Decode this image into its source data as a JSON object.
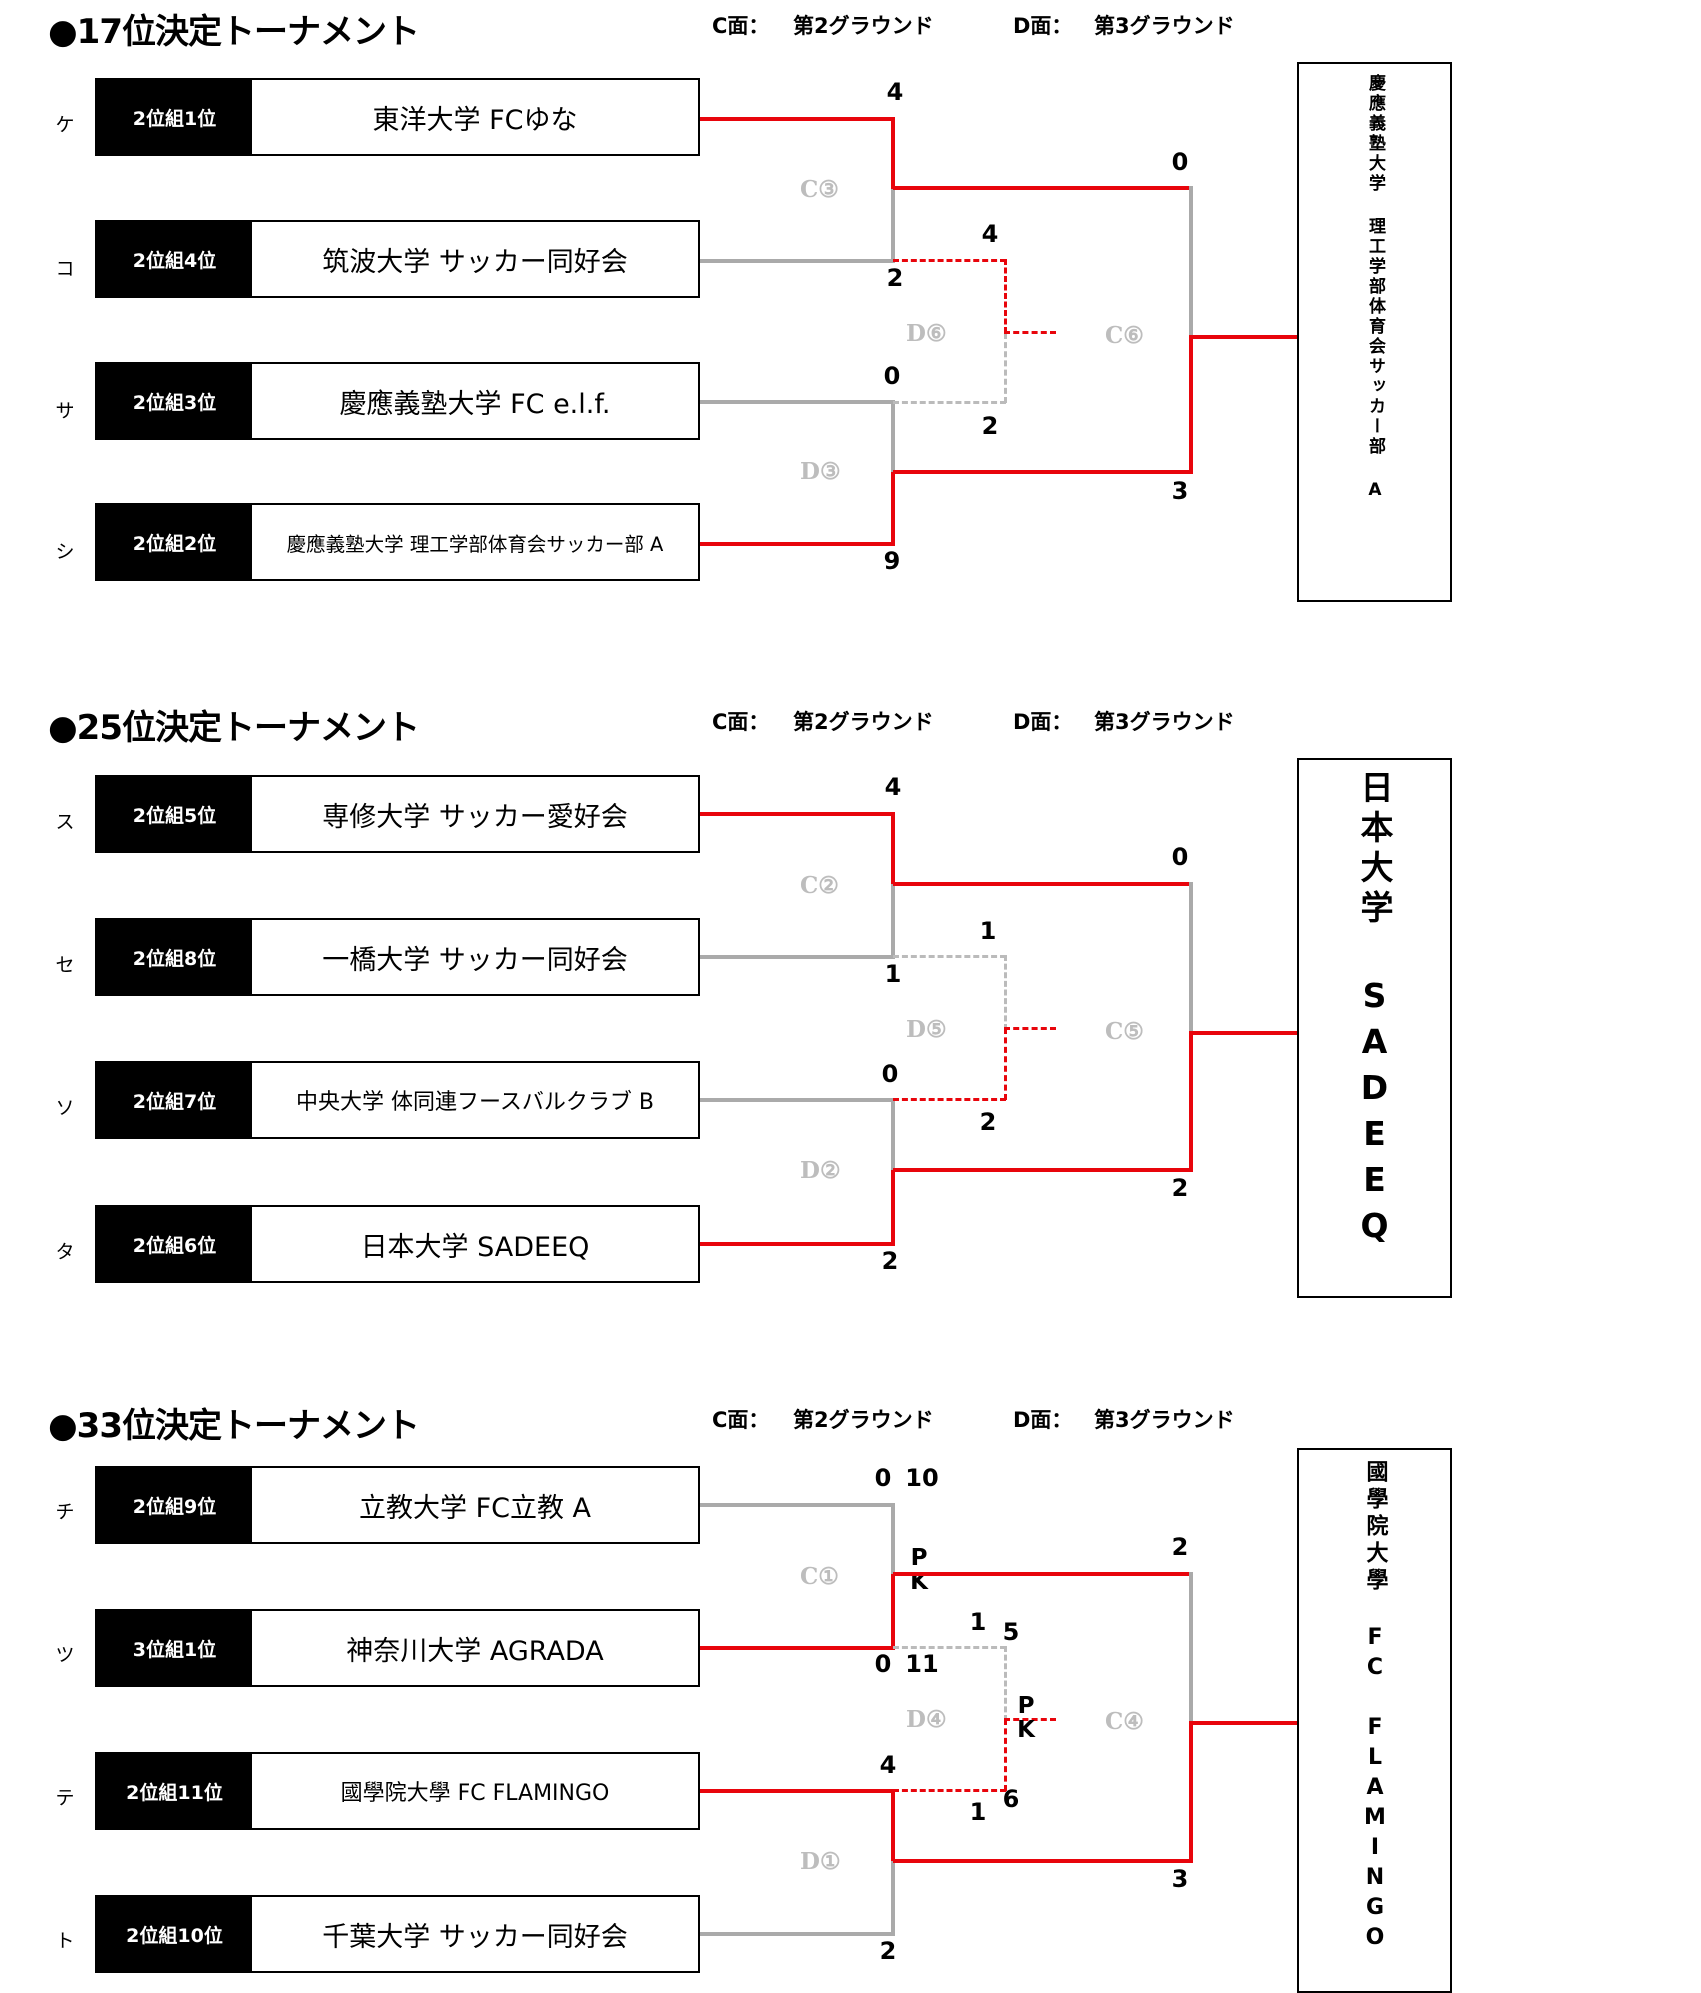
{
  "page": {
    "title_bullet": "●"
  },
  "brackets": [
    {
      "id": "t17",
      "title": "●17位決定トーナメント",
      "venue_c_label": "C面：",
      "venue_c_value": "第2グラウンド",
      "venue_d_label": "D面：",
      "venue_d_value": "第3グラウンド",
      "teams": [
        {
          "seed": "ケ",
          "rank": "2位組1位",
          "name": "東洋大学 FCゆな"
        },
        {
          "seed": "コ",
          "rank": "2位組4位",
          "name": "筑波大学 サッカー同好会"
        },
        {
          "seed": "サ",
          "rank": "2位組3位",
          "name": "慶應義塾大学 FC e.l.f."
        },
        {
          "seed": "シ",
          "rank": "2位組2位",
          "name": "慶應義塾大学 理工学部体育会サッカー部 A"
        }
      ],
      "matches": {
        "upper_semi_code": "C③",
        "upper_semi_top_score": "4",
        "upper_semi_bottom_score": "2",
        "lower_semi_code": "D③",
        "lower_semi_top_score": "0",
        "lower_semi_bottom_score": "9",
        "third_place_code": "D⑥",
        "third_place_top_score": "4",
        "third_place_bottom_score": "2",
        "final_code": "C⑥",
        "final_top_score": "0",
        "final_bottom_score": "3"
      },
      "champion_lines": "慶應義塾大学 理工学部体育会サッカー部 A",
      "champion_style": "champ-sm"
    },
    {
      "id": "t25",
      "title": "●25位決定トーナメント",
      "venue_c_label": "C面：",
      "venue_c_value": "第2グラウンド",
      "venue_d_label": "D面：",
      "venue_d_value": "第3グラウンド",
      "teams": [
        {
          "seed": "ス",
          "rank": "2位組5位",
          "name": "専修大学 サッカー愛好会"
        },
        {
          "seed": "セ",
          "rank": "2位組8位",
          "name": "一橋大学 サッカー同好会"
        },
        {
          "seed": "ソ",
          "rank": "2位組7位",
          "name": "中央大学 体同連フースバルクラブ B"
        },
        {
          "seed": "タ",
          "rank": "2位組6位",
          "name": "日本大学 SADEEQ"
        }
      ],
      "matches": {
        "upper_semi_code": "C②",
        "upper_semi_top_score": "4",
        "upper_semi_bottom_score": "1",
        "lower_semi_code": "D②",
        "lower_semi_top_score": "0",
        "lower_semi_bottom_score": "2",
        "third_place_code": "D⑤",
        "third_place_top_score": "1",
        "third_place_bottom_score": "2",
        "final_code": "C⑤",
        "final_top_score": "0",
        "final_bottom_score": "2"
      },
      "champion_lines": "日本大学 SADEEQ",
      "champion_style": "champ-lg"
    },
    {
      "id": "t33",
      "title": "●33位決定トーナメント",
      "venue_c_label": "C面：",
      "venue_c_value": "第2グラウンド",
      "venue_d_label": "D面：",
      "venue_d_value": "第3グラウンド",
      "teams": [
        {
          "seed": "チ",
          "rank": "2位組9位",
          "name": "立教大学 FC立教 A"
        },
        {
          "seed": "ツ",
          "rank": "3位組1位",
          "name": "神奈川大学 AGRADA"
        },
        {
          "seed": "テ",
          "rank": "2位組11位",
          "name": "國學院大學 FC FLAMINGO"
        },
        {
          "seed": "ト",
          "rank": "2位組10位",
          "name": "千葉大学 サッカー同好会"
        }
      ],
      "matches": {
        "upper_semi_code": "C①",
        "upper_semi_top_score": "0",
        "upper_semi_top_pk": "10",
        "upper_semi_bottom_score": "0",
        "upper_semi_bottom_pk": "11",
        "upper_semi_pk_mark": "P\nK",
        "lower_semi_code": "D①",
        "lower_semi_top_score": "4",
        "lower_semi_bottom_score": "2",
        "third_place_code": "D④",
        "third_place_top_score": "1",
        "third_place_top_pk": "5",
        "third_place_bottom_score": "1",
        "third_place_bottom_pk": "6",
        "third_place_pk_mark": "P\nK",
        "final_code": "C④",
        "final_top_score": "2",
        "final_bottom_score": "3"
      },
      "champion_lines": "國學院大學 FC FLAMINGO",
      "champion_style": "champ-md"
    }
  ],
  "colors": {
    "winner_line": "#e8050c",
    "loser_line": "#aaaaaa",
    "match_code": "#bdbdbd",
    "rank_bg": "#000000"
  }
}
